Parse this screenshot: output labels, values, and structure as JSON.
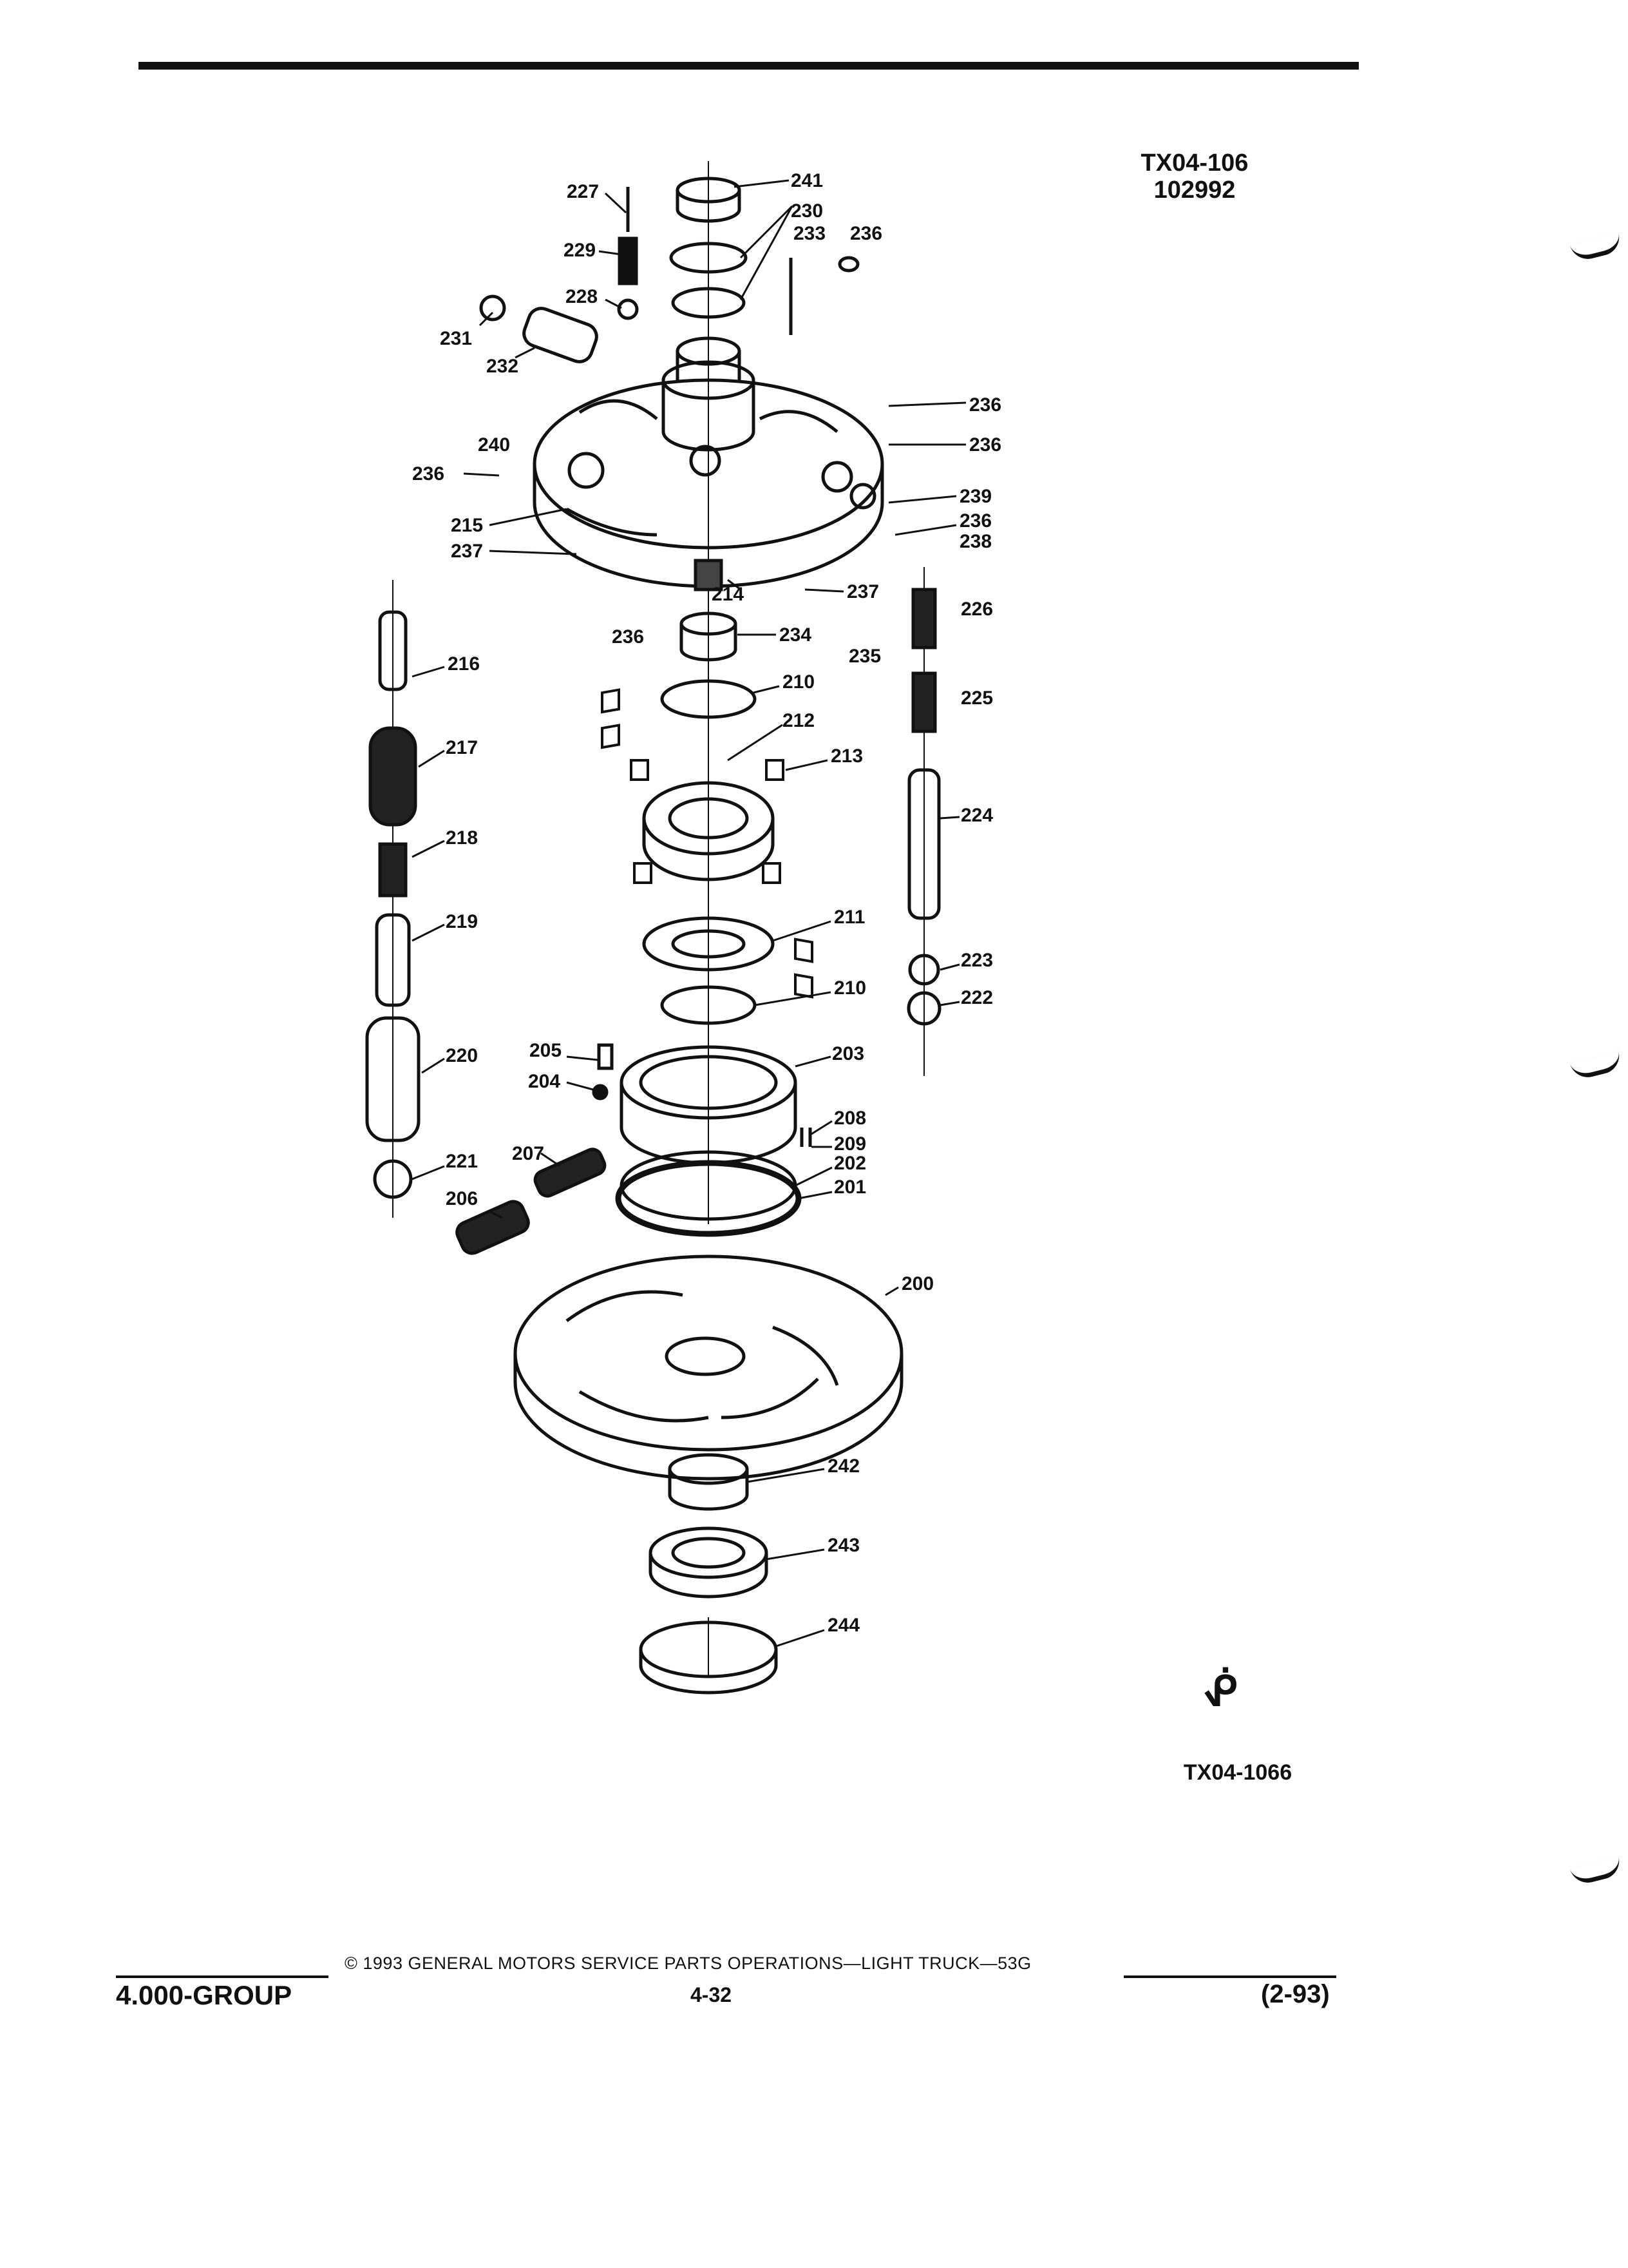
{
  "header": {
    "ref_line1": "TX04-106",
    "ref_line2": "102992"
  },
  "figure": {
    "id": "TX04-1066",
    "callouts": [
      "241",
      "230",
      "227",
      "233",
      "236",
      "229",
      "228",
      "231",
      "232",
      "240",
      "236",
      "236",
      "236",
      "215",
      "239",
      "236",
      "238",
      "237",
      "214",
      "237",
      "236",
      "234",
      "235",
      "216",
      "226",
      "210",
      "225",
      "212",
      "213",
      "217",
      "224",
      "218",
      "219",
      "211",
      "223",
      "222",
      "210",
      "220",
      "205",
      "203",
      "204",
      "208",
      "209",
      "221",
      "207",
      "202",
      "201",
      "206",
      "200",
      "242",
      "243",
      "244"
    ]
  },
  "logo": "ᕶ",
  "footer": {
    "group": "4.000-GROUP",
    "copyright": "© 1993 GENERAL MOTORS SERVICE PARTS OPERATIONS—LIGHT TRUCK—53G",
    "page": "4-32",
    "date": "(2-93)"
  }
}
